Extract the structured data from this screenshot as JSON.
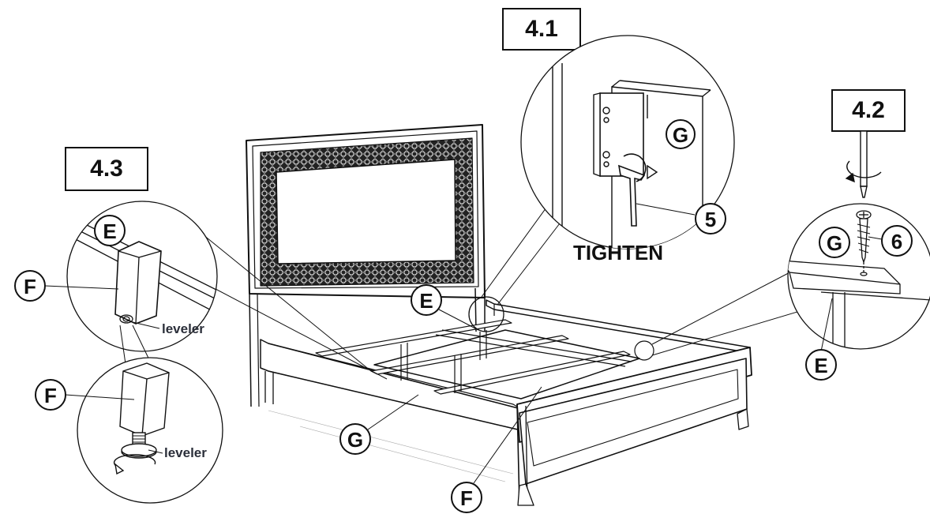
{
  "steps": {
    "step_4_1": "4.1",
    "step_4_2": "4.2",
    "step_4_3": "4.3"
  },
  "parts": {
    "E": "E",
    "F": "F",
    "G": "G",
    "tool_5": "5",
    "screw_6": "6"
  },
  "texts": {
    "tighten": "TIGHTEN",
    "leveler": "leveler"
  },
  "colors": {
    "ink": "#111111",
    "label_text": "#2b2f3a",
    "paper": "#ffffff"
  },
  "icons": {
    "hex_key": "allen-wrench-icon",
    "rotate": "rotate-arrow-icon",
    "screwdriver": "screwdriver-icon",
    "screw": "screw-icon"
  }
}
